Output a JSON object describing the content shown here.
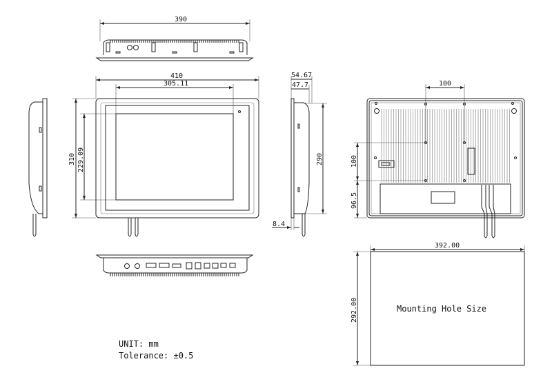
{
  "dimensions": {
    "top_width": "390",
    "front_width": "410",
    "screen_width": "305.11",
    "front_height": "310",
    "screen_height": "229.09",
    "depth_total": "54.67",
    "depth_body": "47.7",
    "side_height": "290",
    "bezel_depth": "8.4",
    "vesa_h": "100",
    "vesa_v": "100",
    "vesa_offset": "96.5",
    "cutout_width": "392.00",
    "cutout_height": "292.00"
  },
  "labels": {
    "mounting": "Mounting Hole Size",
    "unit": "UNIT: mm",
    "tolerance": "Tolerance: ±0.5"
  }
}
